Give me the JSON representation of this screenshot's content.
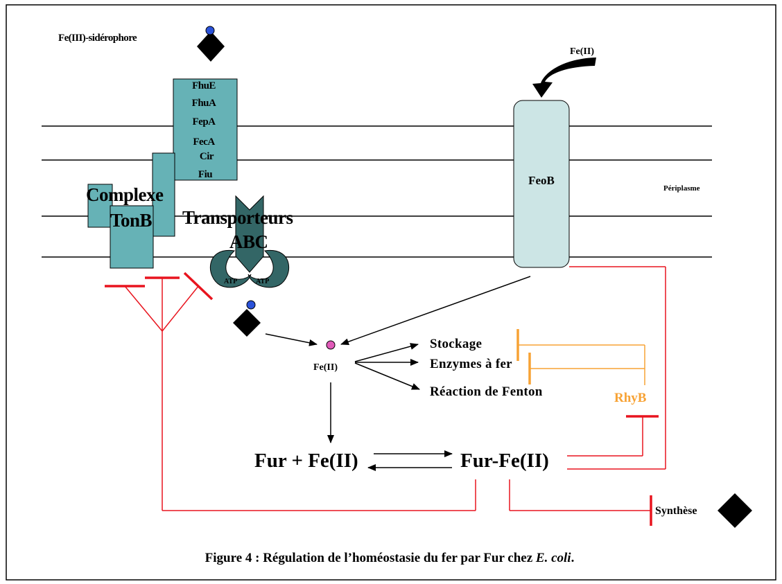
{
  "labels": {
    "siderophore": "Fe(III)-sidérophore",
    "fe2_top": "Fe(II)",
    "outer_proteins": [
      "FhuE",
      "FhuA",
      "FepA",
      "FecA",
      "Cir",
      "Fiu"
    ],
    "feob": "FeoB",
    "periplasme": "Périplasme",
    "complexe_line1": "Complexe",
    "complexe_line2": "TonB",
    "transporteurs_line1": "Transporteurs",
    "transporteurs_line2": "ABC",
    "atp_left": "ATP",
    "atp_right": "ATP",
    "fe2_center": "Fe(II)",
    "stockage": "Stockage",
    "enzymes": "Enzymes à fer",
    "fenton": "Réaction de Fenton",
    "rhyb": "RhyB",
    "fur_fe": "Fur + Fe(II)",
    "fur_complex": "Fur-Fe(II)",
    "synthese": "Synthèse",
    "caption_prefix": "Figure 4 : Régulation de l’homéostasie du fer par Fur chez ",
    "caption_species": "E. coli",
    "caption_suffix": "."
  },
  "colors": {
    "teal": "#66b2b6",
    "dark_teal": "#336666",
    "light_teal": "#cce5e5",
    "repression": "#e8141e",
    "rhyb": "#f7a234",
    "fe_dot": "#e05ab8",
    "siderophore_dot": "#2a52d9",
    "ink": "#000000"
  }
}
